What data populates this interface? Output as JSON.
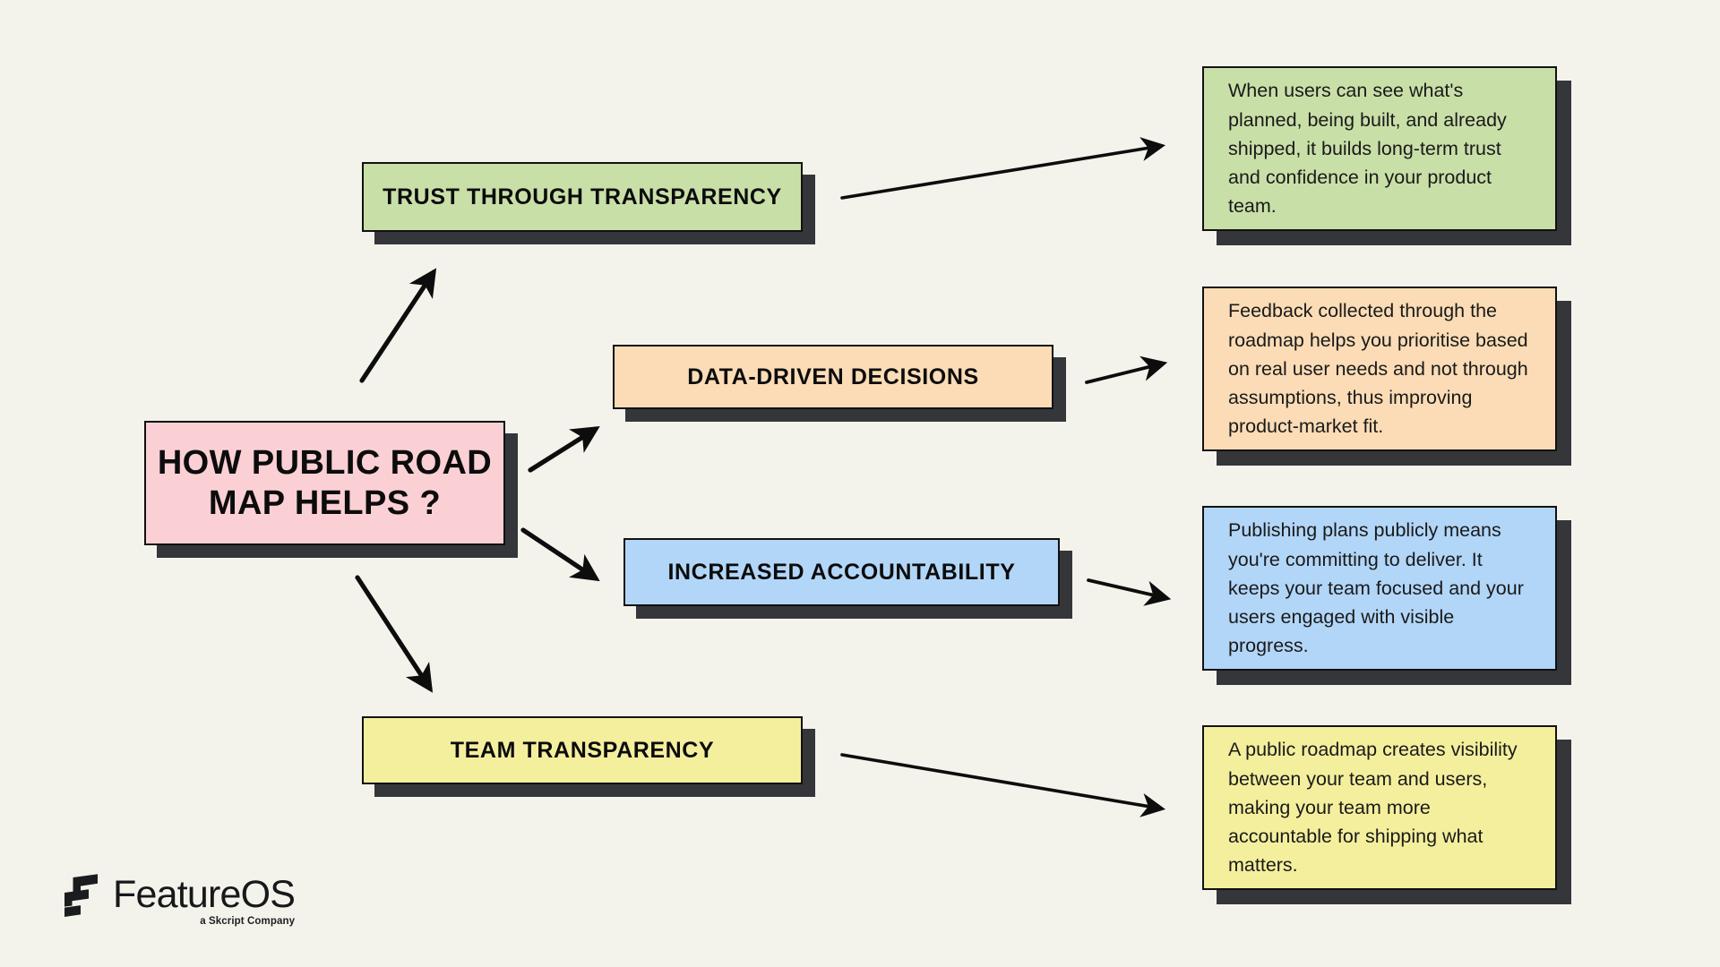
{
  "page": {
    "background_color": "#f3f3ec",
    "title": "HOW PUBLIC ROAD MAP HELPS ?"
  },
  "hub": {
    "label": "HOW PUBLIC ROAD MAP HELPS ?",
    "color": "#fbd0d4",
    "shadow_color": "#35363a"
  },
  "topics": [
    {
      "label": "TRUST THROUGH TRANSPARENCY",
      "color": "#c9dfa8"
    },
    {
      "label": "DATA-DRIVEN DECISIONS",
      "color": "#fbdcb6"
    },
    {
      "label": "INCREASED ACCOUNTABILITY",
      "color": "#b2d6f8"
    },
    {
      "label": "TEAM TRANSPARENCY",
      "color": "#f4ef9d"
    }
  ],
  "descriptions": [
    {
      "text": "When users can see what's planned, being built, and already shipped, it builds long-term trust and confidence in your product team.",
      "color": "#c9dfa8"
    },
    {
      "text": "Feedback collected through the roadmap helps you prioritise based on real user needs and not through assumptions, thus improving product-market fit.",
      "color": "#fbdcb6"
    },
    {
      "text": "Publishing plans publicly means you're committing to deliver. It keeps your team focused and your users engaged with visible progress.",
      "color": "#b2d6f8"
    },
    {
      "text": "A public roadmap creates visibility between your team and users, making your team more accountable for shipping what matters.",
      "color": "#f4ef9d"
    }
  ],
  "connectors": [
    {
      "name": "hub-to-trust-through-transparency",
      "from": "hub",
      "to": "topic-0"
    },
    {
      "name": "hub-to-data-driven-decisions",
      "from": "hub",
      "to": "topic-1"
    },
    {
      "name": "hub-to-increased-accountability",
      "from": "hub",
      "to": "topic-2"
    },
    {
      "name": "hub-to-team-transparency",
      "from": "hub",
      "to": "topic-3"
    },
    {
      "name": "topic-0-to-description-0",
      "from": "topic-0",
      "to": "desc-0"
    },
    {
      "name": "topic-1-to-description-1",
      "from": "topic-1",
      "to": "desc-1"
    },
    {
      "name": "topic-2-to-description-2",
      "from": "topic-2",
      "to": "desc-2"
    },
    {
      "name": "topic-3-to-description-3",
      "from": "topic-3",
      "to": "desc-3"
    }
  ],
  "logo": {
    "wordmark": "FeatureOS",
    "tagline": "a Skcript Company",
    "color": "#17181a"
  }
}
